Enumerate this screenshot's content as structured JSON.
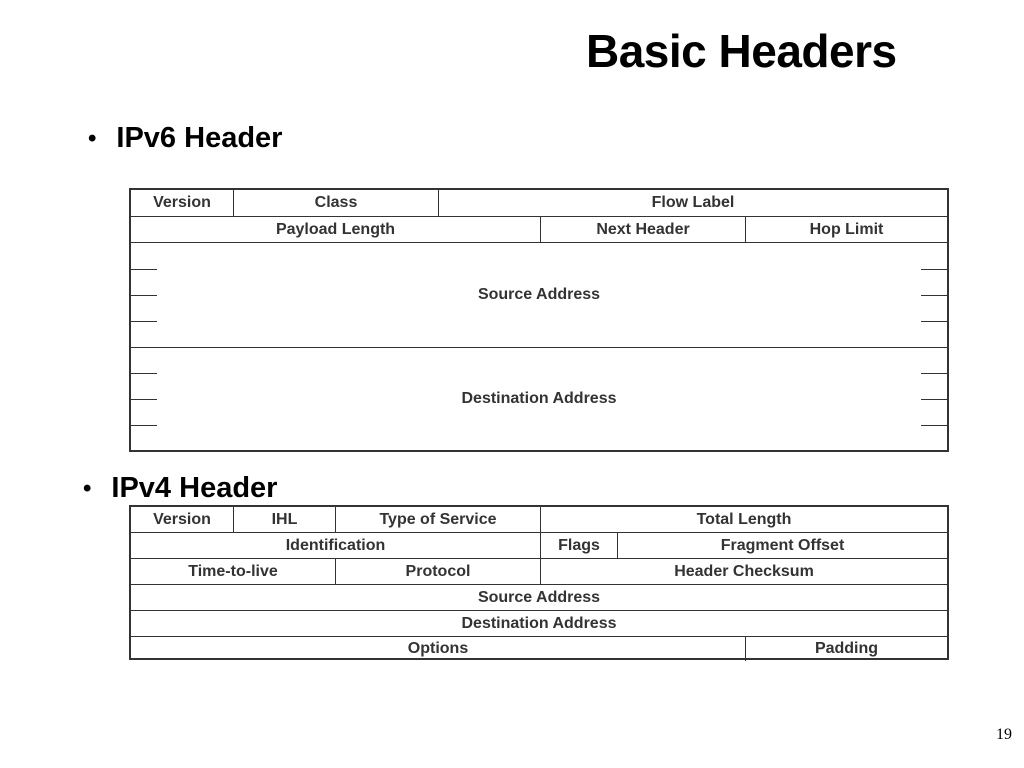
{
  "slide": {
    "title": "Basic Headers",
    "page_number": "19"
  },
  "ipv6": {
    "heading": "IPv6 Header",
    "rows": [
      [
        "Version",
        "Class",
        "Flow Label"
      ],
      [
        "Payload Length",
        "Next Header",
        "Hop Limit"
      ]
    ],
    "source_address": "Source Address",
    "destination_address": "Destination Address"
  },
  "ipv4": {
    "heading": "IPv4 Header",
    "rows": [
      [
        "Version",
        "IHL",
        "Type of Service",
        "Total Length"
      ],
      [
        "Identification",
        "Flags",
        "Fragment Offset"
      ],
      [
        "Time-to-live",
        "Protocol",
        "Header Checksum"
      ],
      [
        "Source Address"
      ],
      [
        "Destination Address"
      ],
      [
        "Options",
        "Padding"
      ]
    ]
  }
}
